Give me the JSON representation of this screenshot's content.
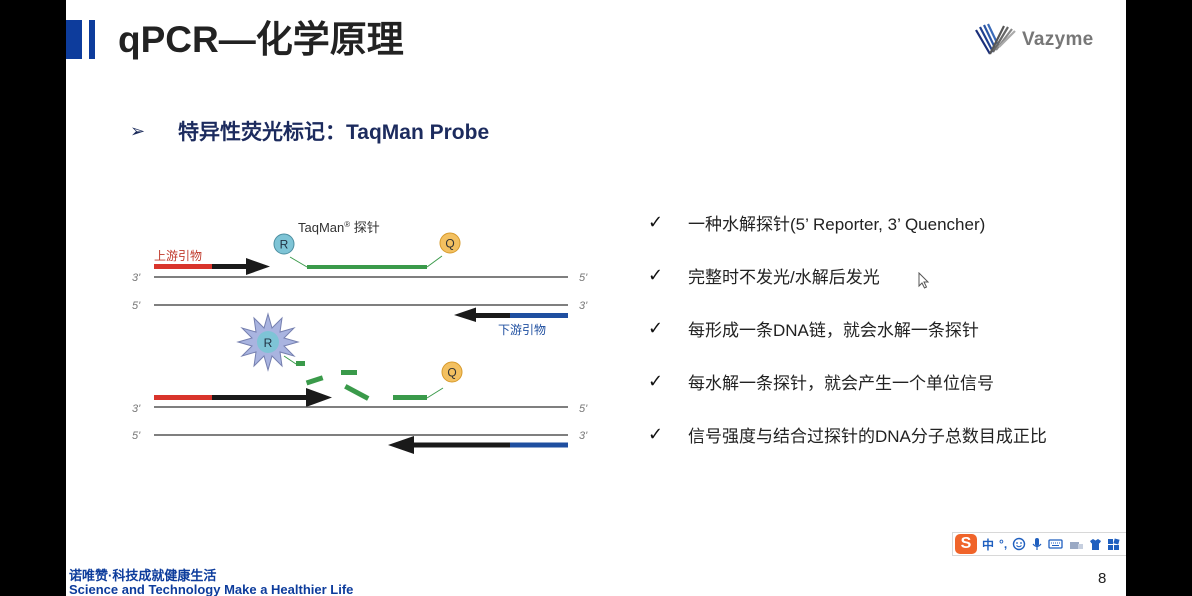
{
  "slide": {
    "title": "qPCR—化学原理",
    "logo_text": "Vazyme",
    "subtitle_bullet": "➢",
    "subtitle": "特异性荧光标记：TaqMan Probe",
    "page_number": "8",
    "footer": {
      "cn": "诺唯赞·科技成就健康生活",
      "en": "Science and Technology Make a Healthier Life"
    },
    "colors": {
      "brand_blue": "#0d3c9c",
      "forward_primer": "#d9342b",
      "reverse_primer": "#1f4fa0",
      "probe": "#3a9a4a",
      "reporter": "#7ec4d6",
      "quencher": "#f3c060"
    }
  },
  "diagram": {
    "probe_label": "TaqMan",
    "probe_label_sup": "®",
    "probe_label_suffix": " 探针",
    "forward_primer_label": "上游引物",
    "reverse_primer_label": "下游引物",
    "reporter": "R",
    "quencher": "Q",
    "strand_labels": {
      "top_left_1": "3'",
      "top_right_1": "5'",
      "bot_left_1": "5'",
      "bot_right_1": "3'",
      "top_left_2": "3'",
      "top_right_2": "5'",
      "bot_left_2": "5'",
      "bot_right_2": "3'"
    }
  },
  "bullets": [
    {
      "icon": "check-icon",
      "mark": "✓",
      "text": "一种水解探针(5’ Reporter, 3’ Quencher)"
    },
    {
      "icon": "check-icon",
      "mark": "✓",
      "text": "完整时不发光/水解后发光"
    },
    {
      "icon": "check-icon",
      "mark": "✓",
      "text": "每形成一条DNA链，就会水解一条探针"
    },
    {
      "icon": "check-icon",
      "mark": "✓",
      "text": "每水解一条探针，就会产生一个单位信号"
    },
    {
      "icon": "check-icon",
      "mark": "✓",
      "text": "信号强度与结合过探针的DNA分子总数目成正比"
    }
  ],
  "ime_toolbar": {
    "logo": "S",
    "mode": "中",
    "punct": "°,",
    "items": [
      "emoji-icon",
      "microphone-icon",
      "keyboard-icon",
      "toolbox-icon",
      "skin-icon",
      "grid-icon"
    ]
  }
}
